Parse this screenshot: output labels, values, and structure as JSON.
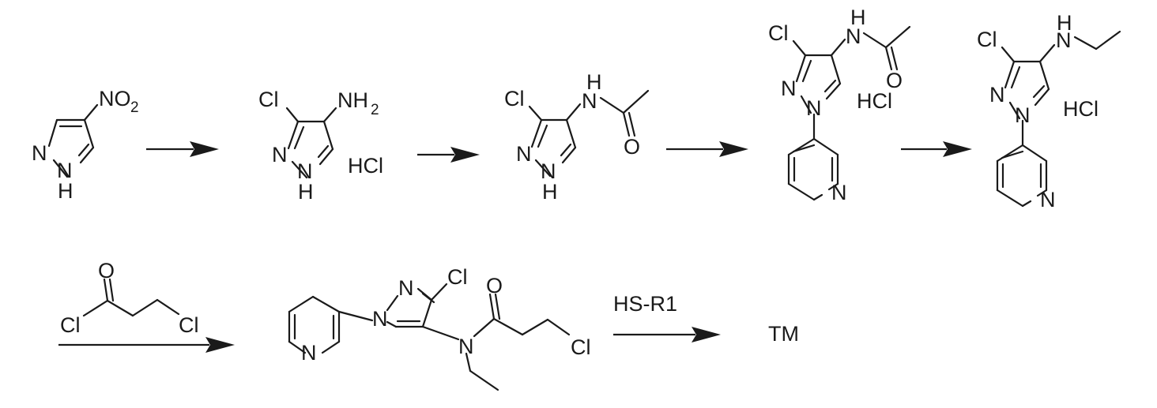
{
  "atoms": {
    "nitrogen": "N",
    "nh": "H",
    "chlorine": "Cl",
    "oxygen": "O",
    "no2_main": "NO",
    "no2_sub": "2",
    "nh2_main": "NH",
    "nh2_sub": "2"
  },
  "salt": "HCl",
  "reagents": {
    "thiol": "HS-R1"
  },
  "product": "TM",
  "colors": {
    "ink": "#1a1a1a",
    "background": "#ffffff"
  }
}
